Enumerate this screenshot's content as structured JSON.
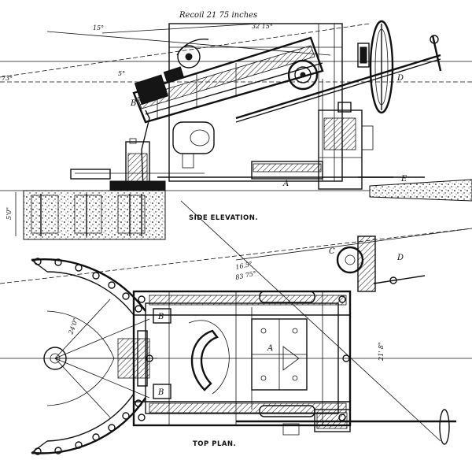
{
  "drawing": {
    "top_caption": "Recoil 21 75 inches",
    "side_caption": "SIDE ELEVATION.",
    "plan_caption": "TOP PLAN.",
    "labels": {
      "b_side": "B",
      "d_side": "D",
      "e_side": "E",
      "a_side": "A",
      "d_plan": "D",
      "c_plan": "C",
      "a_plan": "A",
      "b_plan_1": "B",
      "b_plan_2": "B"
    },
    "dimensions": {
      "angle_15": "15°",
      "angle_32": "32 15°",
      "angle_5": "5°",
      "angle_73": "73°",
      "height_5": "5'0\"",
      "radius_24": "24'0\"",
      "width_21": "21' 8\"",
      "arc_16": "16.5°",
      "arc_83": "83 75°"
    }
  }
}
